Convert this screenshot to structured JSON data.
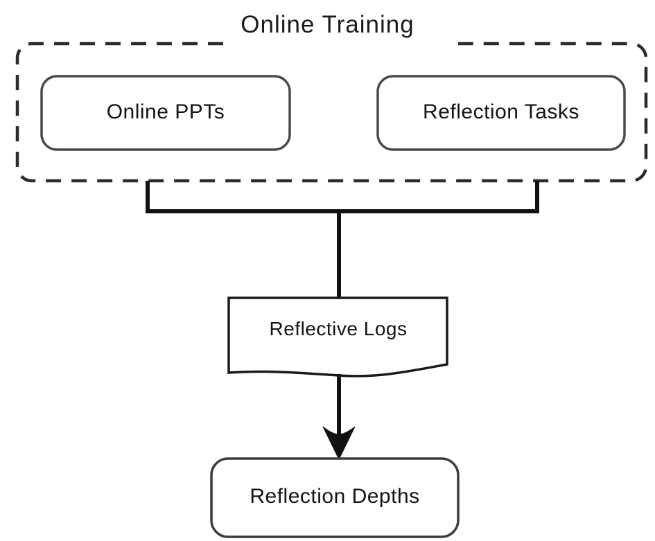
{
  "diagram": {
    "title": "Online Training",
    "type": "flowchart",
    "background_color": "#ffffff",
    "stroke_color": "#1a1a1a",
    "text_color": "#141414",
    "group": {
      "label": "Online Training",
      "border_style": "dashed",
      "shape": "rounded-rectangle",
      "children": [
        {
          "id": "online-ppts",
          "label": "Online PPTs",
          "shape": "rounded-rectangle",
          "border_style": "solid"
        },
        {
          "id": "reflection-tasks",
          "label": "Reflection Tasks",
          "shape": "rounded-rectangle",
          "border_style": "solid"
        }
      ]
    },
    "nodes": [
      {
        "id": "reflective-logs",
        "label": "Reflective Logs",
        "shape": "document",
        "border_style": "solid"
      },
      {
        "id": "reflection-depths",
        "label": "Reflection Depths",
        "shape": "rounded-rectangle",
        "border_style": "solid"
      }
    ],
    "connectors": [
      {
        "id": "group-to-logs",
        "from": "online-training-group",
        "to": "reflective-logs",
        "style": "orthogonal-merge",
        "arrowhead": "none"
      },
      {
        "id": "logs-to-depths",
        "from": "reflective-logs",
        "to": "reflection-depths",
        "style": "straight",
        "arrowhead": "filled-triangle"
      }
    ]
  }
}
